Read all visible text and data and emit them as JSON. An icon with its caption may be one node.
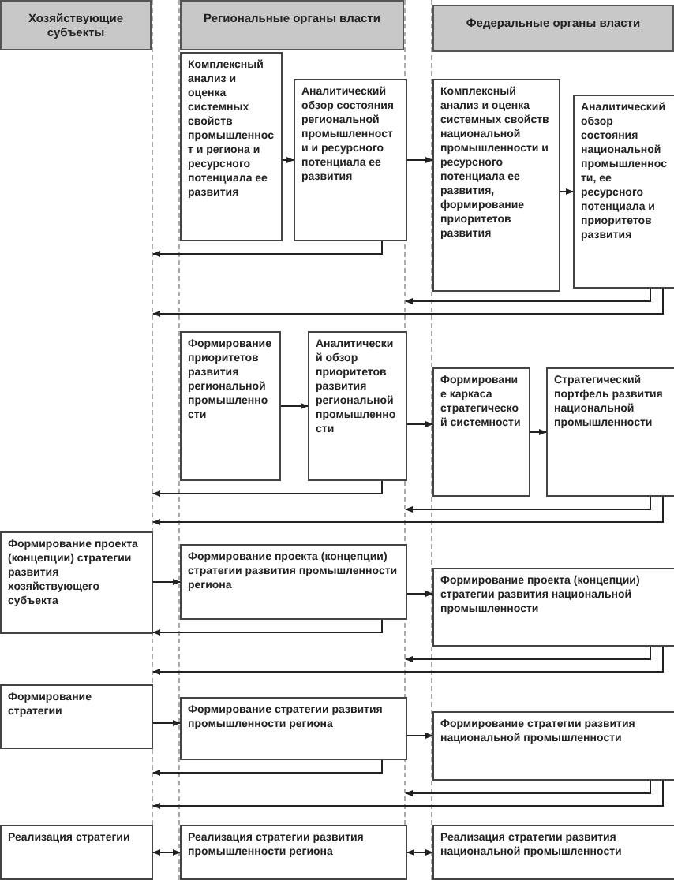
{
  "diagram": {
    "nodes": [
      {
        "text": [
          "Хозяйствующие субъекты"
        ]
      },
      {
        "text": [
          "Региональные органы власти"
        ]
      },
      {
        "text": [
          "Федеральные органы власти"
        ]
      },
      {
        "text": [
          "Комплексный анализ и оценка системных свойств промышленност и региона и ресурсного потенциала ее развития"
        ],
        "in": 1
      },
      {
        "text": [
          "Аналитический обзор состояния региональной промышленности и ресурсного потенциала ее развития"
        ],
        "in": 1
      },
      {
        "text": [
          "Комплексный анализ и оценка системных свойств национальной промышленности и ресурсного потенциала ее развития, формирование приоритетов развития"
        ],
        "in": 2
      },
      {
        "text": [
          "Аналитический обзор состояния национальной промышленности, ее ресурсного потенциала и приоритетов развития"
        ],
        "in": 2
      },
      {
        "text": [
          "Формирование приоритетов развития региональной промышленности"
        ],
        "in": 1
      },
      {
        "text": [
          "Аналитический обзор приоритетов развития региональной промышленности"
        ],
        "in": 1
      },
      {
        "text": [
          "Формирование каркаса стратегической системности"
        ],
        "in": 2
      },
      {
        "text": [
          "Стратегический портфель развития национальной промышленности"
        ],
        "in": 2
      },
      {
        "text": [
          "Формирование проекта (концепции) стратегии развития хозяйствующего субъекта"
        ],
        "in": 0
      },
      {
        "text": [
          "Формирование проекта (концепции) стратегии развития промышленности региона"
        ],
        "in": 1
      },
      {
        "text": [
          "Формирование проекта (концепции) стратегии развития национальной промышленности"
        ],
        "in": 2
      },
      {
        "text": [
          "Формирование стратегии"
        ],
        "in": 0
      },
      {
        "text": [
          "Формирование стратегии развития промышленности региона"
        ],
        "in": 1
      },
      {
        "text": [
          "Формирование стратегии развития национальной промышленности"
        ],
        "in": 2
      },
      {
        "text": [
          "Реализация стратегии"
        ],
        "in": 0
      },
      {
        "text": [
          "Реализация стратегии развития промышленности региона"
        ],
        "in": 1
      },
      {
        "text": [
          "Реализация стратегии развития национальной промышленности"
        ],
        "in": 2
      }
    ],
    "edges": [
      {
        "from": 3,
        "to": 4,
        "arrow": "to"
      },
      {
        "from": 4,
        "to": 5,
        "arrow": "to"
      },
      {
        "from": 4,
        "to": 0,
        "arrow": "to"
      },
      {
        "from": 5,
        "to": 6,
        "arrow": "to"
      },
      {
        "from": 6,
        "to": 1,
        "arrow": "to"
      },
      {
        "from": 6,
        "to": 0,
        "arrow": "to"
      },
      {
        "from": 7,
        "to": 8,
        "arrow": "to"
      },
      {
        "from": 8,
        "to": 9,
        "arrow": "to"
      },
      {
        "from": 9,
        "to": 10,
        "arrow": "to"
      },
      {
        "from": 8,
        "to": 0,
        "arrow": "to"
      },
      {
        "from": 10,
        "to": 1,
        "arrow": "to"
      },
      {
        "from": 10,
        "to": 0,
        "arrow": "to"
      },
      {
        "from": 11,
        "to": 12,
        "arrow": "to"
      },
      {
        "from": 12,
        "to": 13,
        "arrow": "to"
      },
      {
        "from": 12,
        "to": 0,
        "arrow": "to"
      },
      {
        "from": 13,
        "to": 1,
        "arrow": "to"
      },
      {
        "from": 13,
        "to": 0,
        "arrow": "to"
      },
      {
        "from": 14,
        "to": 15,
        "arrow": "to"
      },
      {
        "from": 15,
        "to": 16,
        "arrow": "to"
      },
      {
        "from": 15,
        "to": 0,
        "arrow": "to"
      },
      {
        "from": 16,
        "to": 1,
        "arrow": "to"
      },
      {
        "from": 16,
        "to": 0,
        "arrow": "to"
      },
      {
        "from": 17,
        "to": 18,
        "arrow": "both"
      },
      {
        "from": 18,
        "to": 19,
        "arrow": "both"
      }
    ]
  }
}
